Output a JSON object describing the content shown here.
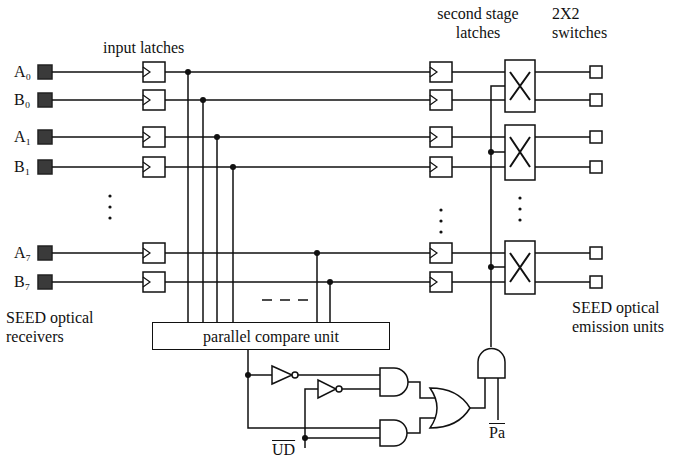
{
  "diagram": {
    "nodes": [
      {
        "text": [
          "parallel compare unit"
        ]
      }
    ],
    "labels": [
      "input latches",
      "second stage latches",
      "2X2 switches",
      "A₀",
      "B₀",
      "A₁",
      "B₁",
      "A₇",
      "B₇",
      "SEED optical receivers",
      "SEED optical emission units",
      "UD",
      "Pa"
    ]
  }
}
